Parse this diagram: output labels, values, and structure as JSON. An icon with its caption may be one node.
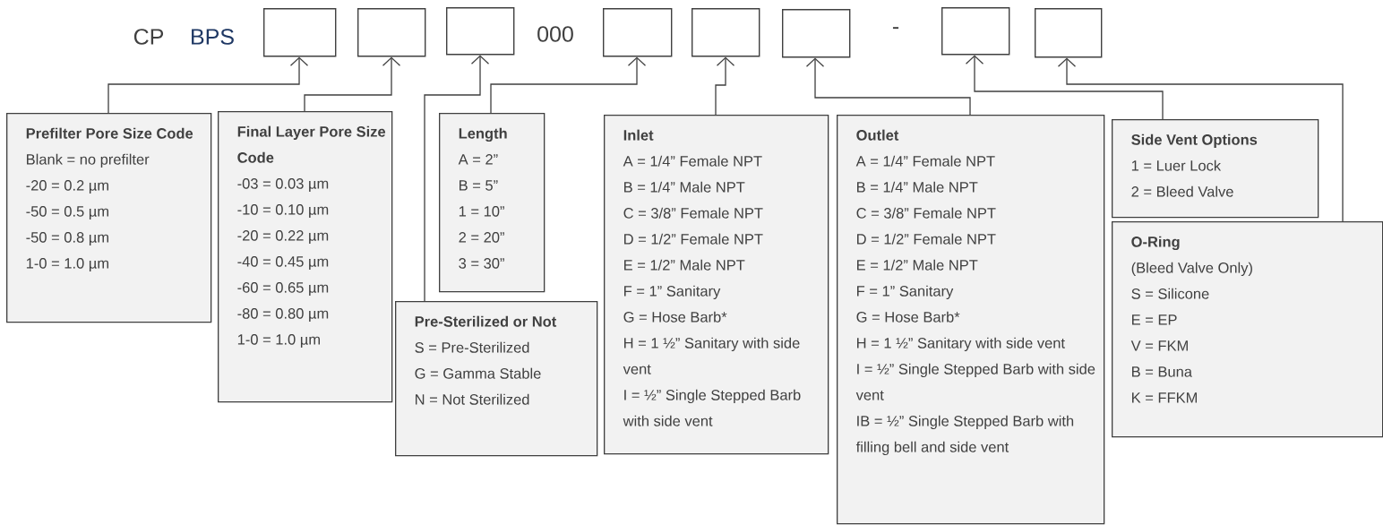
{
  "diagram": {
    "nodes": [
      {
        "text": [],
        "shape": "box"
      },
      {
        "text": [],
        "shape": "box"
      },
      {
        "text": [],
        "shape": "box"
      },
      {
        "text": [],
        "shape": "box"
      },
      {
        "text": [],
        "shape": "box"
      },
      {
        "text": [],
        "shape": "box"
      },
      {
        "text": [],
        "shape": "box"
      },
      {
        "text": [],
        "shape": "box"
      },
      {
        "text": [
          "Prefilter Pore Size Code",
          "Blank = no prefilter",
          "-20 = 0.2 µm",
          "-50 = 0.5 µm",
          "-50 = 0.8 µm",
          "1-0 = 1.0 µm"
        ]
      },
      {
        "text": [
          "Final Layer Pore Size Code",
          "-03 = 0.03 µm",
          "-10 = 0.10 µm",
          "-20 = 0.22 µm",
          "-40 = 0.45 µm",
          "-60 = 0.65 µm",
          "-80 = 0.80 µm",
          "1-0 = 1.0 µm"
        ]
      },
      {
        "text": [
          "Length",
          "A = 2”",
          "B = 5”",
          "1 = 10”",
          "2 = 20”",
          "3 = 30”"
        ]
      },
      {
        "text": [
          "Pre-Sterilized or Not",
          "S = Pre-Sterilized",
          "G = Gamma Stable",
          "N = Not Sterilized"
        ]
      },
      {
        "text": [
          "Inlet",
          "A = 1/4” Female NPT",
          "B = 1/4” Male NPT",
          "C = 3/8” Female NPT",
          "D = 1/2” Female NPT",
          "E = 1/2” Male NPT",
          "F = 1” Sanitary",
          "G = Hose Barb*",
          "H = 1 ½” Sanitary with side vent",
          "I = ½” Single Stepped Barb with side vent"
        ]
      },
      {
        "text": [
          "Outlet",
          "A = 1/4” Female NPT",
          "B = 1/4” Male NPT",
          "C = 3/8” Female NPT",
          "D = 1/2” Female NPT",
          "E = 1/2” Male NPT",
          "F = 1” Sanitary",
          "G = Hose Barb*",
          "H = 1 ½” Sanitary with side vent",
          "I = ½” Single Stepped Barb with side vent",
          "IB = ½” Single Stepped Barb with filling bell and side vent"
        ]
      },
      {
        "text": [
          "Side Vent Options",
          "1 = Luer Lock",
          "2 = Bleed Valve"
        ]
      },
      {
        "text": [
          "O-Ring",
          "(Bleed Valve Only)",
          "S = Silicone",
          "E = EP",
          "V = FKM",
          "B = Buna",
          "K = FFKM"
        ]
      }
    ],
    "edges": [
      {
        "from": 8,
        "to": 0,
        "arrow": "to"
      },
      {
        "from": 9,
        "to": 1,
        "arrow": "to"
      },
      {
        "from": 11,
        "to": 2,
        "arrow": "to"
      },
      {
        "from": 10,
        "to": 3,
        "arrow": "to"
      },
      {
        "from": 12,
        "to": 4,
        "arrow": "to"
      },
      {
        "from": 13,
        "to": 5,
        "arrow": "to"
      },
      {
        "from": 14,
        "to": 6,
        "arrow": "to"
      },
      {
        "from": 15,
        "to": 7,
        "arrow": "to"
      }
    ],
    "labels": [
      "CP",
      "BPS",
      "000",
      "-"
    ]
  }
}
